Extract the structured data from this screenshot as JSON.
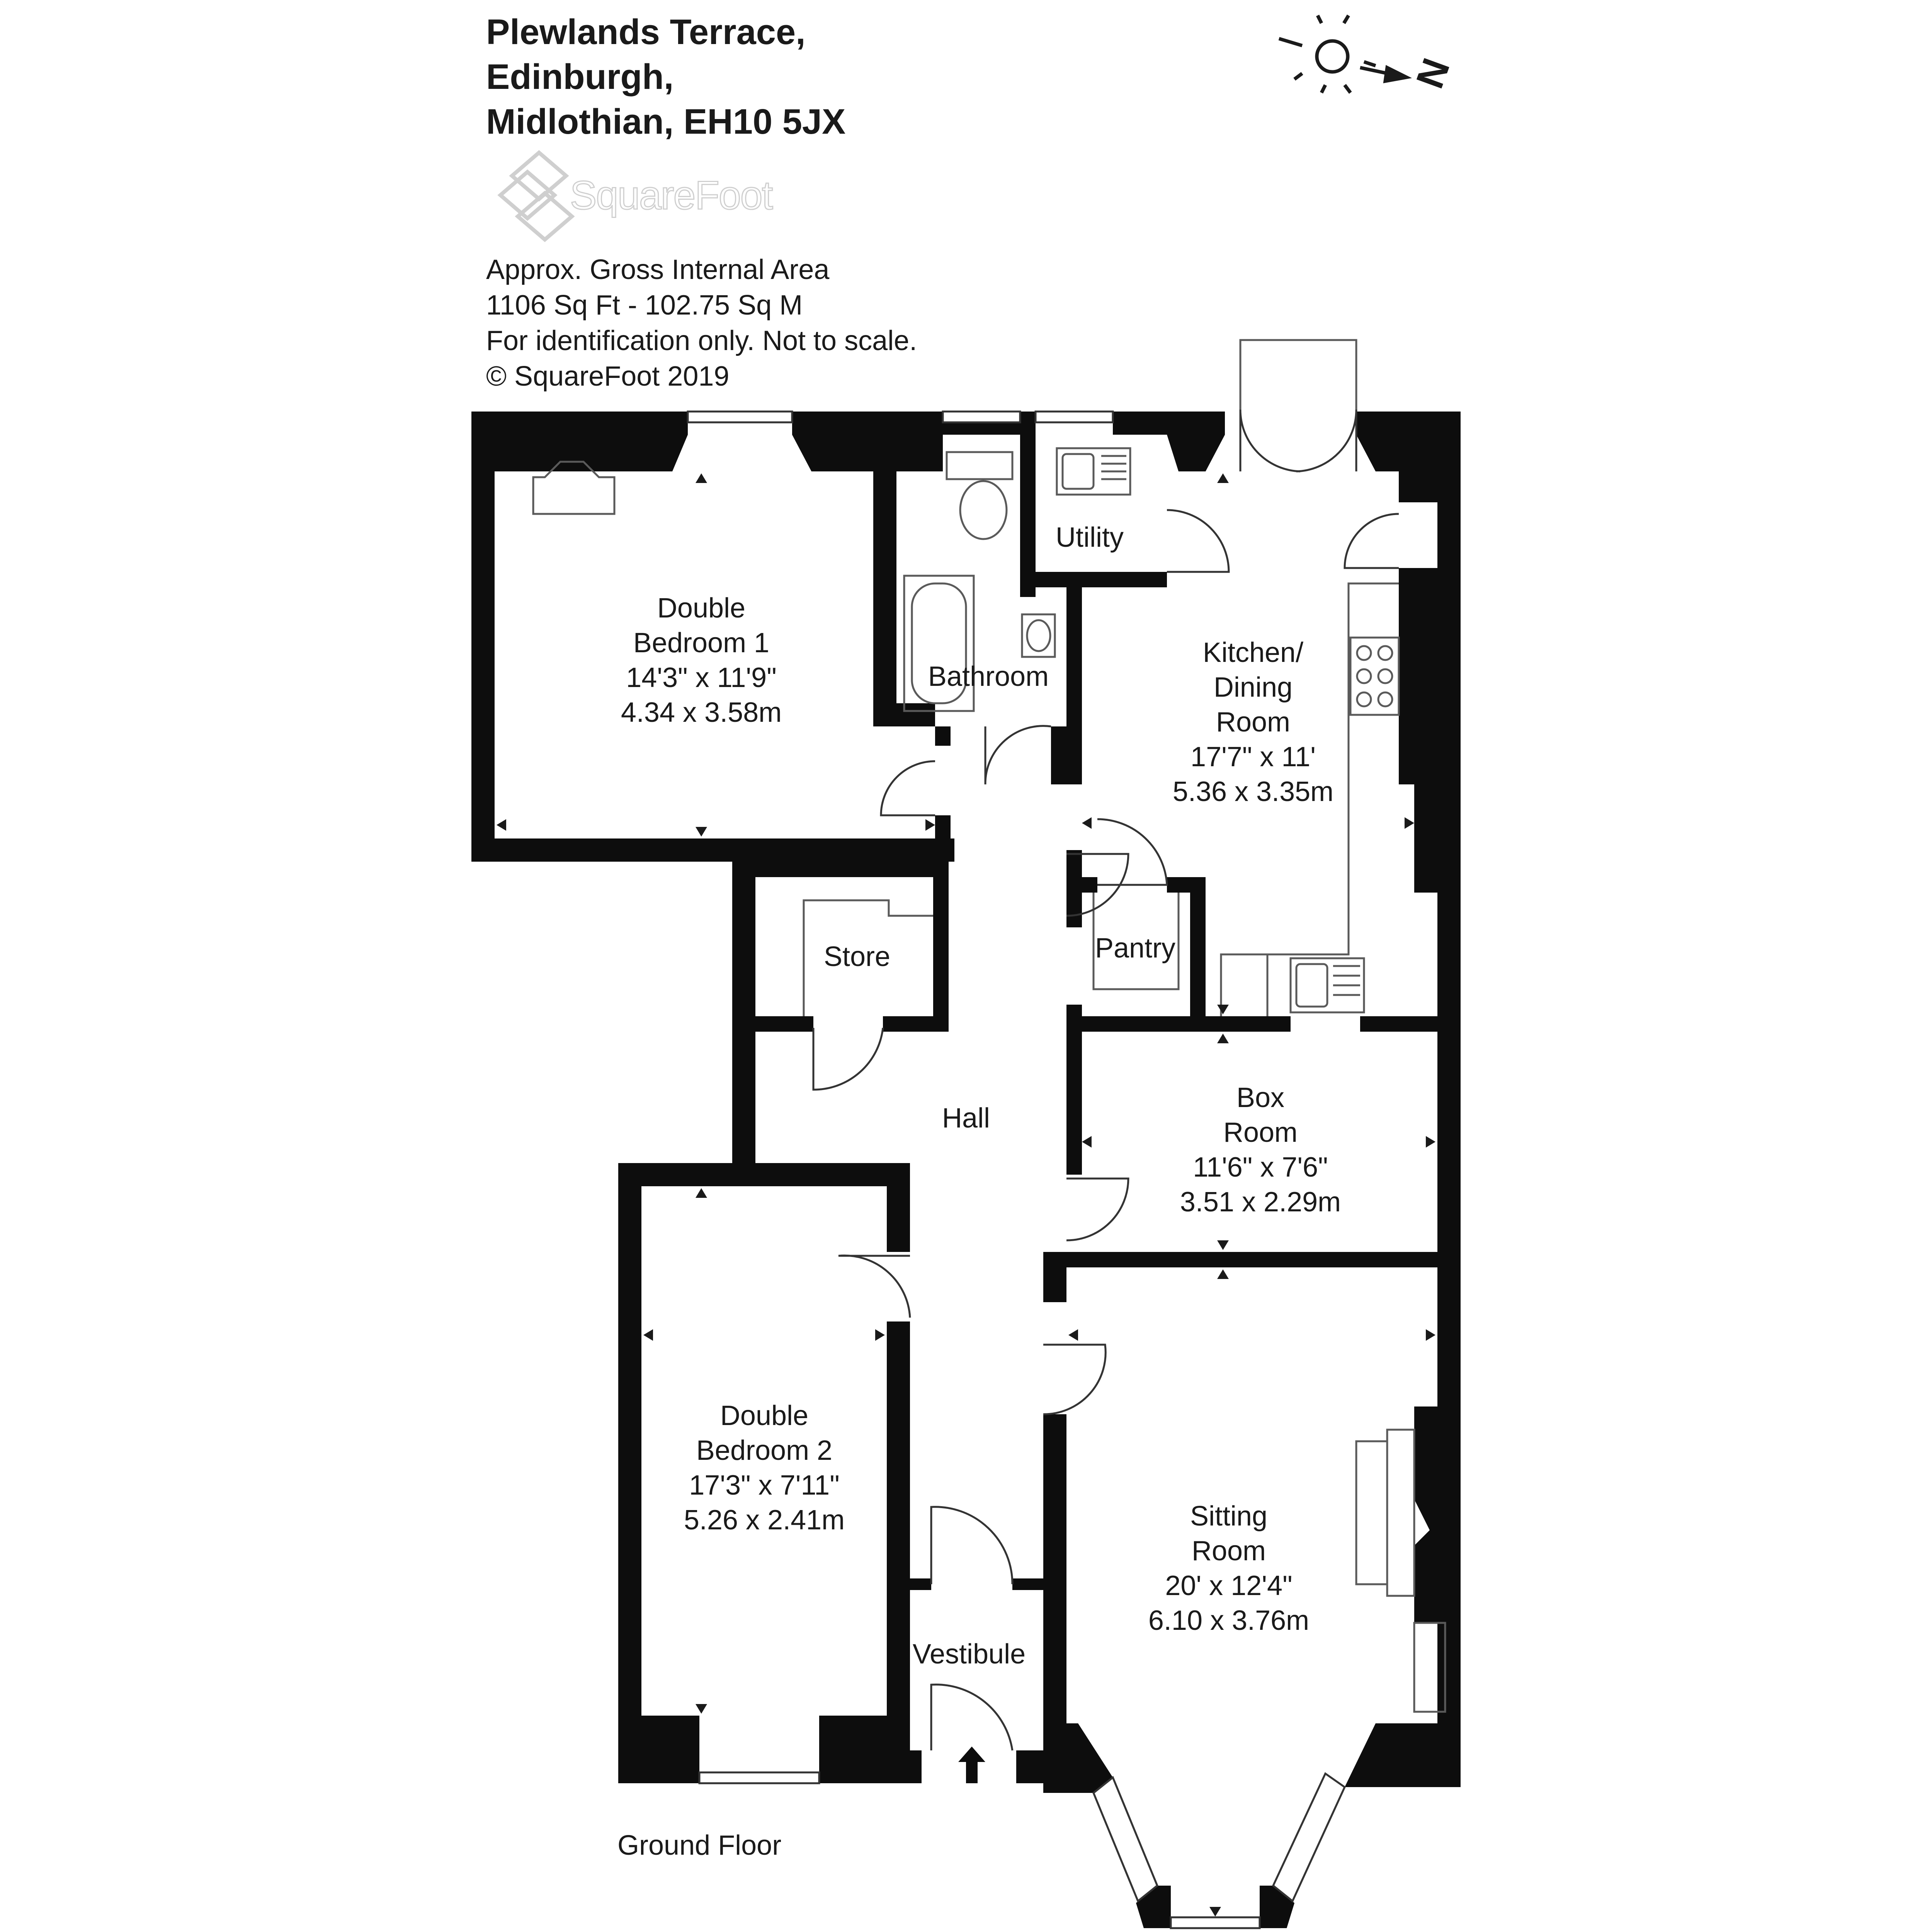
{
  "header": {
    "address_lines": [
      "Plewlands Terrace,",
      "Edinburgh,",
      "Midlothian, EH10 5JX"
    ],
    "logo_text": "SquareFoot",
    "notes": [
      "Approx. Gross Internal Area",
      "1106 Sq Ft  -  102.75 Sq M",
      "For identification only. Not to scale.",
      "© SquareFoot 2019"
    ]
  },
  "compass": {
    "label": "N"
  },
  "rooms": {
    "bedroom1": {
      "lines": [
        "Double",
        "Bedroom 1",
        "14'3\" x 11'9\"",
        "4.34 x 3.58m"
      ]
    },
    "bathroom": {
      "lines": [
        "Bathroom"
      ]
    },
    "utility": {
      "lines": [
        "Utility"
      ]
    },
    "kitchen": {
      "lines": [
        "Kitchen/",
        "Dining",
        "Room",
        "17'7\" x 11'",
        "5.36 x 3.35m"
      ]
    },
    "store": {
      "lines": [
        "Store"
      ]
    },
    "pantry": {
      "lines": [
        "Pantry"
      ]
    },
    "hall": {
      "lines": [
        "Hall"
      ]
    },
    "boxroom": {
      "lines": [
        "Box",
        "Room",
        "11'6\" x 7'6\"",
        "3.51 x 2.29m"
      ]
    },
    "bedroom2": {
      "lines": [
        "Double",
        "Bedroom 2",
        "17'3\" x 7'11\"",
        "5.26 x 2.41m"
      ]
    },
    "vestibule": {
      "lines": [
        "Vestibule"
      ]
    },
    "sitting": {
      "lines": [
        "Sitting",
        "Room",
        "20' x 12'4\"",
        "6.10 x 3.76m"
      ]
    }
  },
  "floor_label": "Ground Floor",
  "colors": {
    "wall": "#0d0d0d",
    "fixture": "#5a5a5a",
    "logo": "#cfcfcf"
  }
}
